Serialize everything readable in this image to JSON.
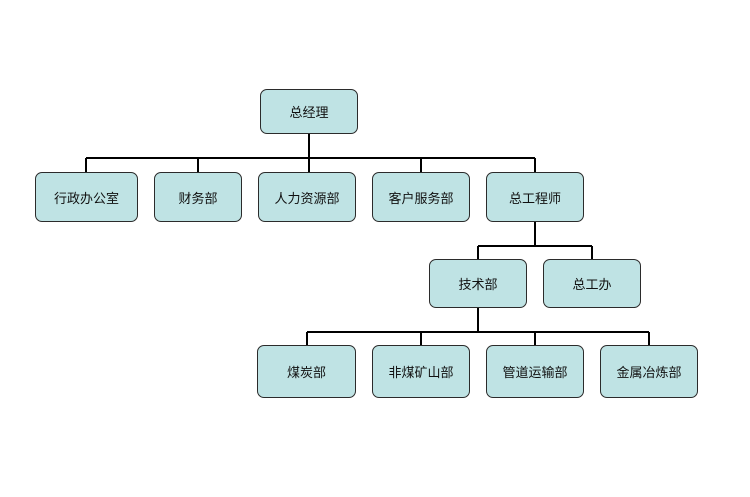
{
  "org": {
    "gm": "总经理",
    "admin_office": "行政办公室",
    "finance": "财务部",
    "hr": "人力资源部",
    "customer_service": "客户服务部",
    "chief_engineer": "总工程师",
    "tech_dept": "技术部",
    "chief_office": "总工办",
    "coal": "煤炭部",
    "non_coal_mining": "非煤矿山部",
    "pipeline": "管道运输部",
    "metallurgy": "金属冶炼部"
  },
  "colors": {
    "box_fill": "#bfe3e4",
    "box_border": "#2b2b2b",
    "connector": "#000000"
  }
}
